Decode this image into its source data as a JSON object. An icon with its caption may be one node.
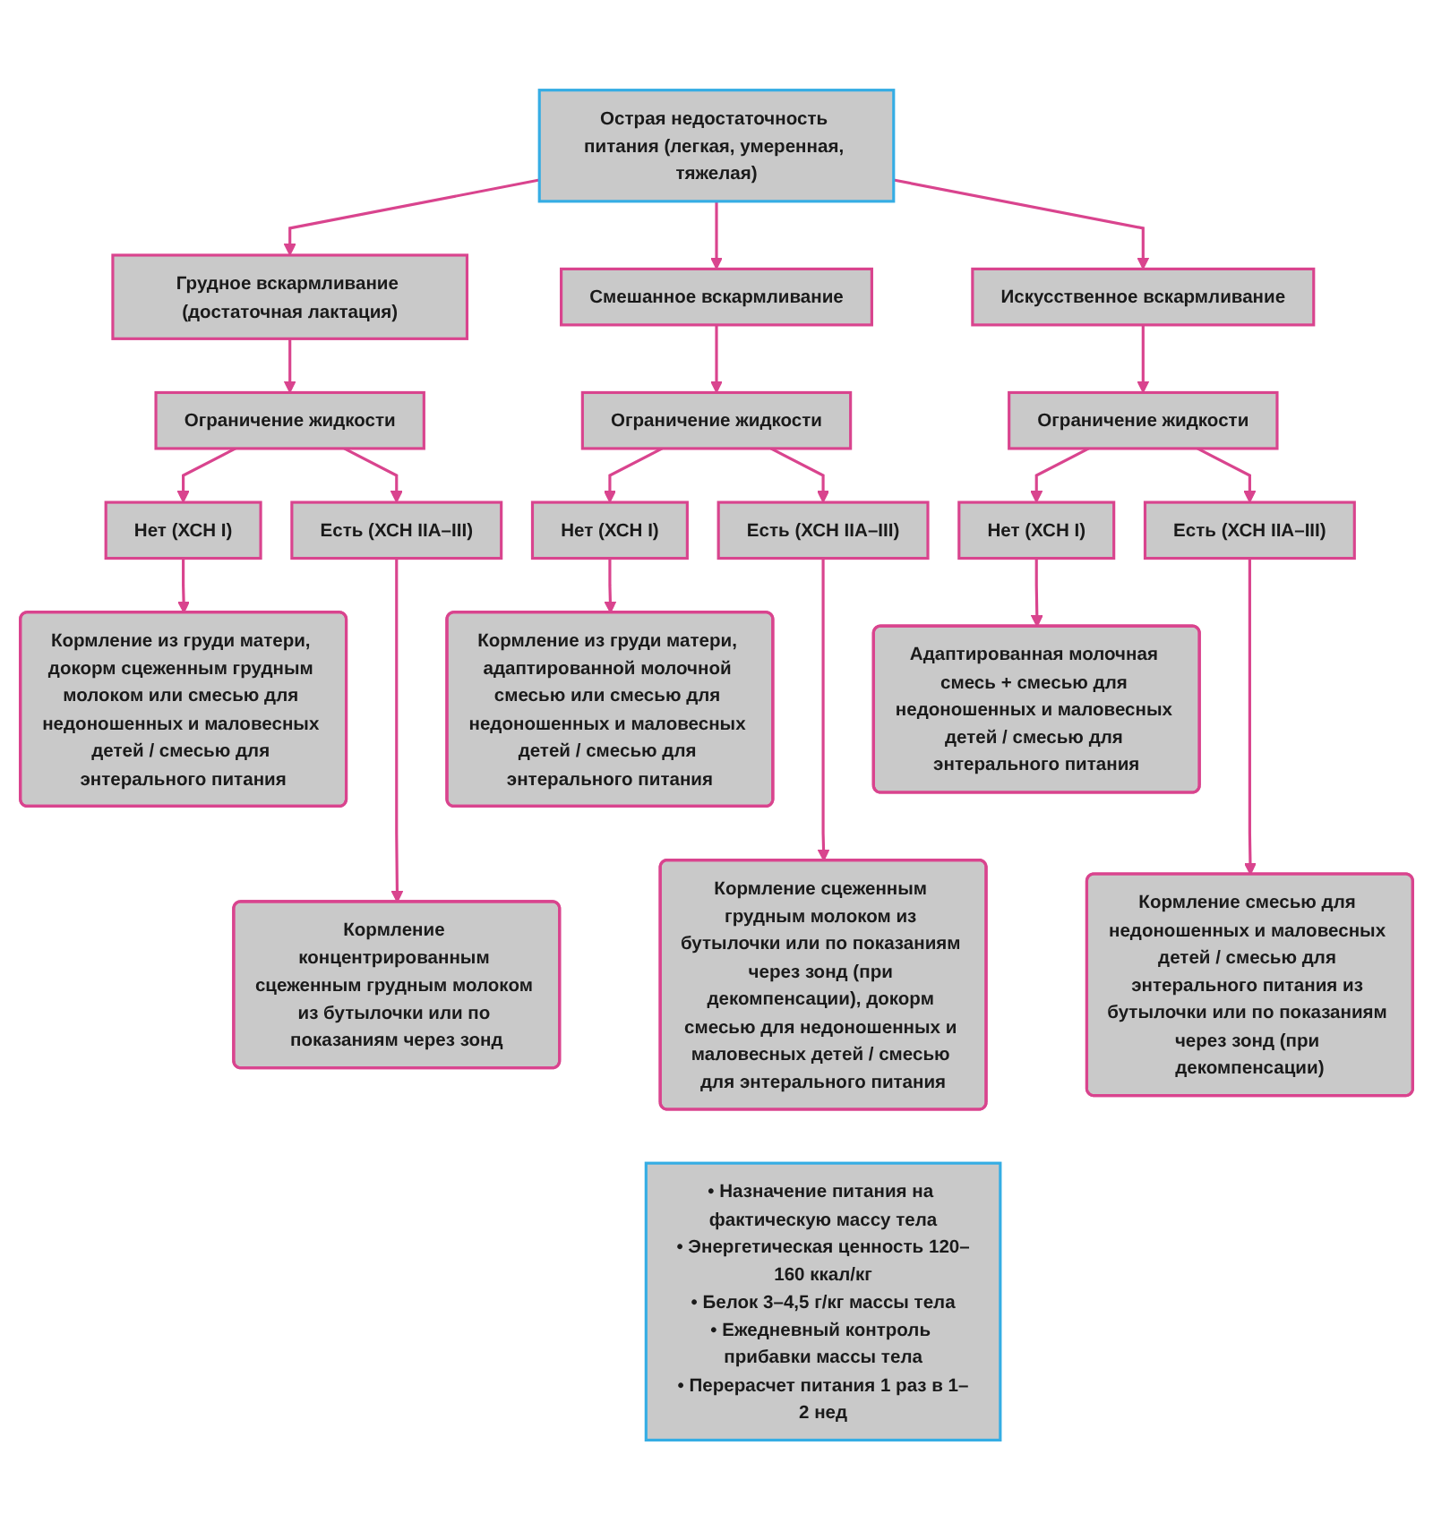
{
  "diagram": {
    "nodes": [
      {
        "text": [
          "Острая недостаточность питания (легкая, умеренная, тяжелая)"
        ]
      },
      {
        "text": [
          "Грудное вскармливание (достаточная лактация)"
        ]
      },
      {
        "text": [
          "Смешанное вскармливание"
        ]
      },
      {
        "text": [
          "Искусственное вскармливание"
        ]
      },
      {
        "text": [
          "Ограничение жидкости"
        ]
      },
      {
        "text": [
          "Ограничение жидкости"
        ]
      },
      {
        "text": [
          "Ограничение жидкости"
        ]
      },
      {
        "text": [
          "Нет (ХСН I)"
        ]
      },
      {
        "text": [
          "Есть (ХСН IIA–III)"
        ]
      },
      {
        "text": [
          "Нет (ХСН I)"
        ]
      },
      {
        "text": [
          "Есть (ХСН IIA–III)"
        ]
      },
      {
        "text": [
          "Нет (ХСН I)"
        ]
      },
      {
        "text": [
          "Есть (ХСН IIA–III)"
        ]
      },
      {
        "text": [
          "Кормление из груди матери, докорм сцеженным грудным молоком или смесью для недоношенных и маловесных детей / смесью для энтерального питания"
        ]
      },
      {
        "text": [
          "Кормление из груди матери, адаптированной молочной смесью или смесью для недоношенных и маловесных детей / смесью для энтерального питания"
        ]
      },
      {
        "text": [
          "Адаптированная молочная смесь + смесью для недоношенных и маловесных детей / смесью для энтерального питания"
        ]
      },
      {
        "text": [
          "Кормление концентрированным сцеженным грудным молоком из бутылочки или по показаниям через зонд"
        ]
      },
      {
        "text": [
          "Кормление сцеженным грудным молоком из бутылочки или по показаниям через зонд (при декомпенсации), докорм смесью для недоношенных и маловесных детей / смесью для энтерального питания"
        ]
      },
      {
        "text": [
          "Кормление смесью для недоношенных и маловесных детей / смесью для энтерального питания из бутылочки или по показаниям через зонд (при декомпенсации)"
        ]
      },
      {
        "text": [
          "• Назначение питания на фактическую массу тела",
          "• Энергетическая ценность 120–160 ккал/кг",
          "• Белок 3–4,5 г/кг массы тела",
          "• Ежедневный контроль прибавки массы тела",
          "• Перерасчет питания 1 раз в 1–2 нед"
        ]
      }
    ],
    "edges": [
      {
        "from": 0,
        "to": 1,
        "arrow": "to"
      },
      {
        "from": 0,
        "to": 2,
        "arrow": "to"
      },
      {
        "from": 0,
        "to": 3,
        "arrow": "to"
      },
      {
        "from": 1,
        "to": 4,
        "arrow": "to"
      },
      {
        "from": 2,
        "to": 5,
        "arrow": "to"
      },
      {
        "from": 3,
        "to": 6,
        "arrow": "to"
      },
      {
        "from": 4,
        "to": 7,
        "arrow": "to"
      },
      {
        "from": 4,
        "to": 8,
        "arrow": "to"
      },
      {
        "from": 5,
        "to": 9,
        "arrow": "to"
      },
      {
        "from": 5,
        "to": 10,
        "arrow": "to"
      },
      {
        "from": 6,
        "to": 11,
        "arrow": "to"
      },
      {
        "from": 6,
        "to": 12,
        "arrow": "to"
      },
      {
        "from": 7,
        "to": 13,
        "arrow": "to"
      },
      {
        "from": 8,
        "to": 16,
        "arrow": "to"
      },
      {
        "from": 9,
        "to": 14,
        "arrow": "to"
      },
      {
        "from": 10,
        "to": 17,
        "arrow": "to"
      },
      {
        "from": 11,
        "to": 15,
        "arrow": "to"
      },
      {
        "from": 12,
        "to": 18,
        "arrow": "to"
      }
    ]
  }
}
